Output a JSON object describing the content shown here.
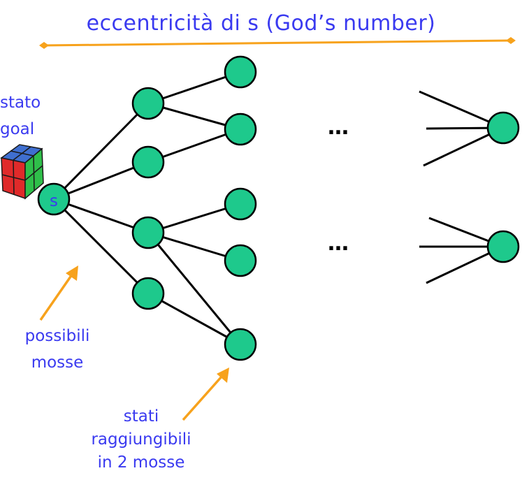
{
  "title": "eccentricità di s (God’s number)",
  "start_label": {
    "line1": "stato",
    "line2": "goal"
  },
  "root_label": "s",
  "ellipsis": "…",
  "moves_label": {
    "line1": "possibili",
    "line2": "mosse"
  },
  "reach_label": {
    "line1": "stati",
    "line2": "raggiungibili",
    "line3": "in 2 mosse"
  },
  "colors": {
    "node_fill": "#1ec98c",
    "edge": "#000000",
    "arrow": "#f7a21c",
    "text": "#3a3af0"
  },
  "icons": {
    "cube": "rubiks-cube-icon"
  }
}
